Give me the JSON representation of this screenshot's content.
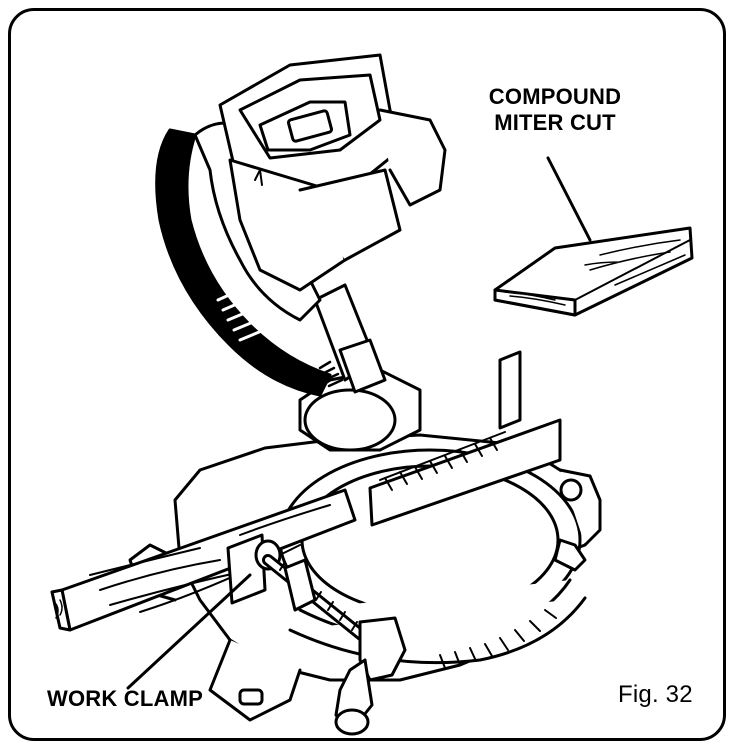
{
  "figure": {
    "label_compound_line1": "COMPOUND",
    "label_compound_line2": "MITER CUT",
    "label_work_clamp": "WORK CLAMP",
    "fig_caption": "Fig. 32"
  },
  "colors": {
    "ink": "#000000",
    "paper": "#ffffff"
  },
  "icons": [
    "miter-saw-illustration",
    "wood-workpiece",
    "compound-cut-wood-block"
  ]
}
